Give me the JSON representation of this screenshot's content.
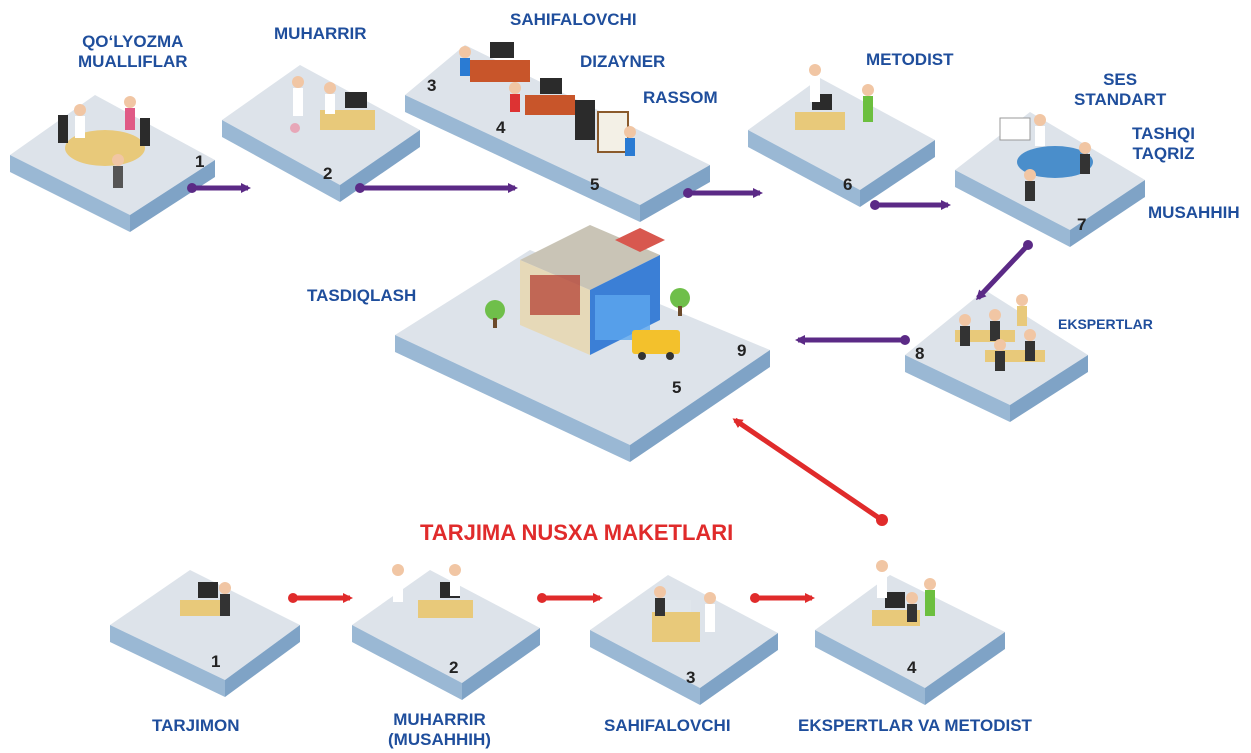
{
  "top_labels": {
    "authors": [
      "QO‘LYOZMA",
      "MUALLIFLAR"
    ],
    "editor": "MUHARRIR",
    "layout": "SAHIFALOVCHI",
    "designer": "DIZAYNER",
    "artist": "RASSOM",
    "methodist": "METODIST",
    "standard": [
      "SES",
      "STANDART"
    ],
    "review": [
      "TASHQI",
      "TAQRIZ"
    ],
    "proofreader": "MUSAHHIH",
    "experts": "EKSPERTLAR",
    "approval": "TASDIQLASH"
  },
  "top_numbers": {
    "n1": "1",
    "n2": "2",
    "n3": "3",
    "n4": "4",
    "n5": "5",
    "n6": "6",
    "n7": "7",
    "n8": "8",
    "n9": "9",
    "n5b": "5"
  },
  "translation_title": "TARJIMA  NUSXA MAKETLARI",
  "bottom_stages": [
    {
      "number": "1",
      "label": [
        "TARJIMON"
      ]
    },
    {
      "number": "2",
      "label": [
        "MUHARRIR",
        "(MUSAHHIH)"
      ]
    },
    {
      "number": "3",
      "label": [
        "SAHIFALOVCHI"
      ]
    },
    {
      "number": "4",
      "label": [
        "EKSPERTLAR VA METODIST"
      ]
    }
  ],
  "colors": {
    "label_blue": "#1f4e9c",
    "arrow_purple": "#5b2a86",
    "arrow_red": "#e02b2b",
    "platform_top": "#dde3ea",
    "platform_side": "#9ab8d4"
  }
}
